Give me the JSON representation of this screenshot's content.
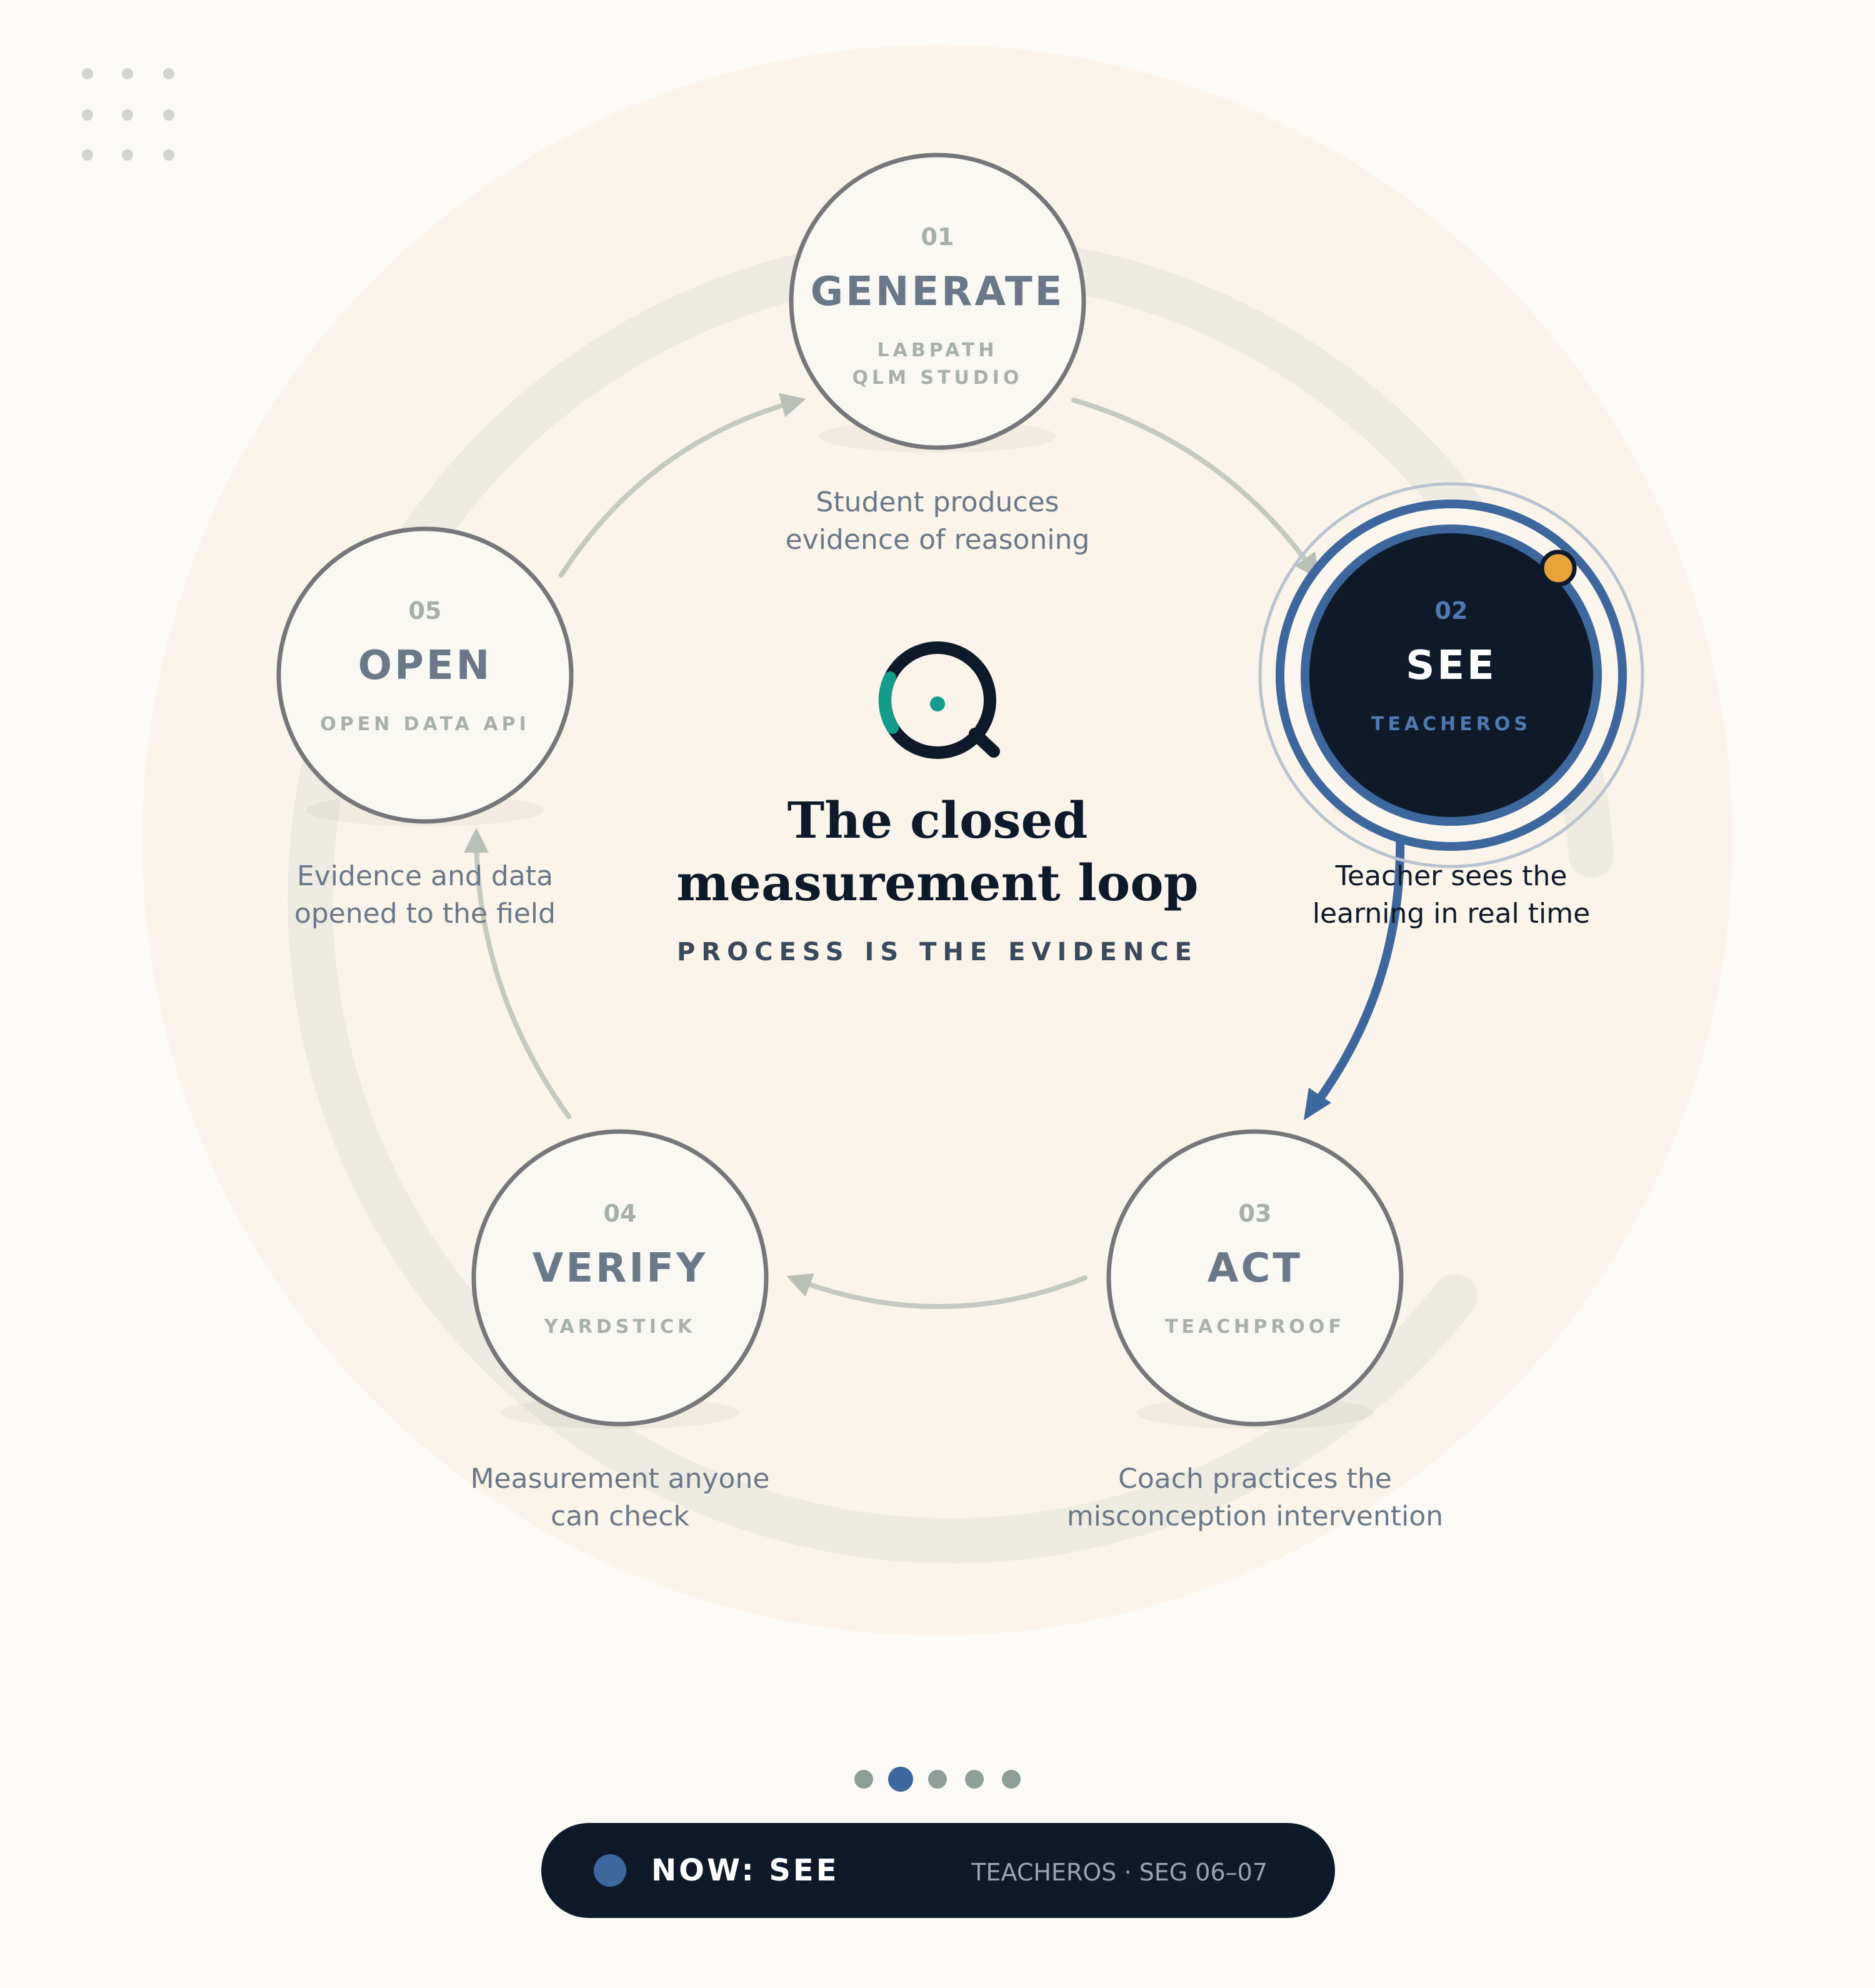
{
  "title_line1": "The closed",
  "title_line2": "measurement loop",
  "subtitle": "PROCESS IS THE EVIDENCE",
  "logo_icon": "q-loop-logo-icon",
  "colors": {
    "background": "#fbfaf6",
    "halo": "#faf4ea",
    "ring": "#eeebe2",
    "navy": "#0e1a2a",
    "blue": "#3d679d",
    "teal": "#149c8c",
    "amber": "#e7a23a",
    "muted": "#6a7888",
    "sage": "#c4cac2",
    "dot_inactive": "#8f9e98"
  },
  "steps": [
    {
      "num": "01",
      "name": "GENERATE",
      "tags": [
        "LABPATH",
        "QLM STUDIO"
      ],
      "desc": [
        "Student produces",
        "evidence of reasoning"
      ],
      "active": false
    },
    {
      "num": "02",
      "name": "SEE",
      "tags": [
        "TEACHEROS"
      ],
      "desc": [
        "Teacher sees the",
        "learning in real time"
      ],
      "active": true
    },
    {
      "num": "03",
      "name": "ACT",
      "tags": [
        "TEACHPROOF"
      ],
      "desc": [
        "Coach practices the",
        "misconception intervention"
      ],
      "active": false
    },
    {
      "num": "04",
      "name": "VERIFY",
      "tags": [
        "YARDSTICK"
      ],
      "desc": [
        "Measurement anyone",
        "can check"
      ],
      "active": false
    },
    {
      "num": "05",
      "name": "OPEN",
      "tags": [
        "OPEN DATA API"
      ],
      "desc": [
        "Evidence and data",
        "opened to the field"
      ],
      "active": false
    }
  ],
  "pagination": {
    "count": 5,
    "active": 2
  },
  "status": {
    "label": "NOW: SEE",
    "detail": "TEACHEROS · SEG 06–07"
  }
}
